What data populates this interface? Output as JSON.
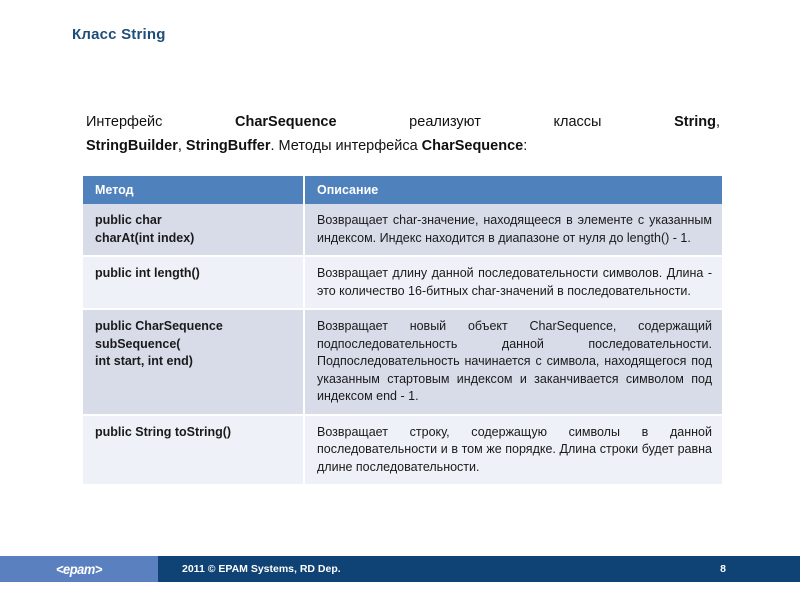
{
  "slide": {
    "title": "Класс String",
    "intro": {
      "line1_parts": [
        {
          "text": "Интерфейс ",
          "bold": false
        },
        {
          "text": "CharSequence",
          "bold": true
        },
        {
          "text": " реализуют классы ",
          "bold": false
        },
        {
          "text": "String",
          "bold": true
        },
        {
          "text": ",",
          "bold": false
        }
      ],
      "line2_parts": [
        {
          "text": "StringBuilder",
          "bold": true
        },
        {
          "text": ", ",
          "bold": false
        },
        {
          "text": "StringBuffer",
          "bold": true
        },
        {
          "text": ". Методы интерфейса ",
          "bold": false
        },
        {
          "text": "CharSequence",
          "bold": true
        },
        {
          "text": ":",
          "bold": false
        }
      ]
    }
  },
  "table": {
    "headers": [
      "Метод",
      "Описание"
    ],
    "rows": [
      {
        "method": "public char\ncharAt(int index)",
        "description": "Возвращает char-значение, находящееся в элементе с указанным индексом. Индекс находится в диапазоне от нуля до length() - 1."
      },
      {
        "method": "public int length()",
        "description": "Возвращает длину данной последовательности символов. Длина - это количество 16-битных char-значений в последовательности."
      },
      {
        "method": "public CharSequence\nsubSequence(\n           int start, int end)",
        "description": "Возвращает новый объект CharSequence, содержащий подпоследовательность данной последовательности. Подпоследовательность начинается с символа, находящегося под указанным стартовым индексом и заканчивается символом под индексом end - 1."
      },
      {
        "method": "public String toString()",
        "description": "Возвращает строку, содержащую символы в данной последовательности и в том же порядке. Длина строки будет равна длине последовательности."
      }
    ]
  },
  "footer": {
    "logo_text": "<epam>",
    "copyright": "2011 © EPAM Systems, RD Dep.",
    "page_number": "8"
  },
  "colors": {
    "title": "#1f4e79",
    "table_header_bg": "#4f81bd",
    "row_shade": "#d7dce8",
    "row_light": "#eef1f7",
    "footer_bg": "#0f4275",
    "footer_logo_bg": "#5b80bf"
  }
}
